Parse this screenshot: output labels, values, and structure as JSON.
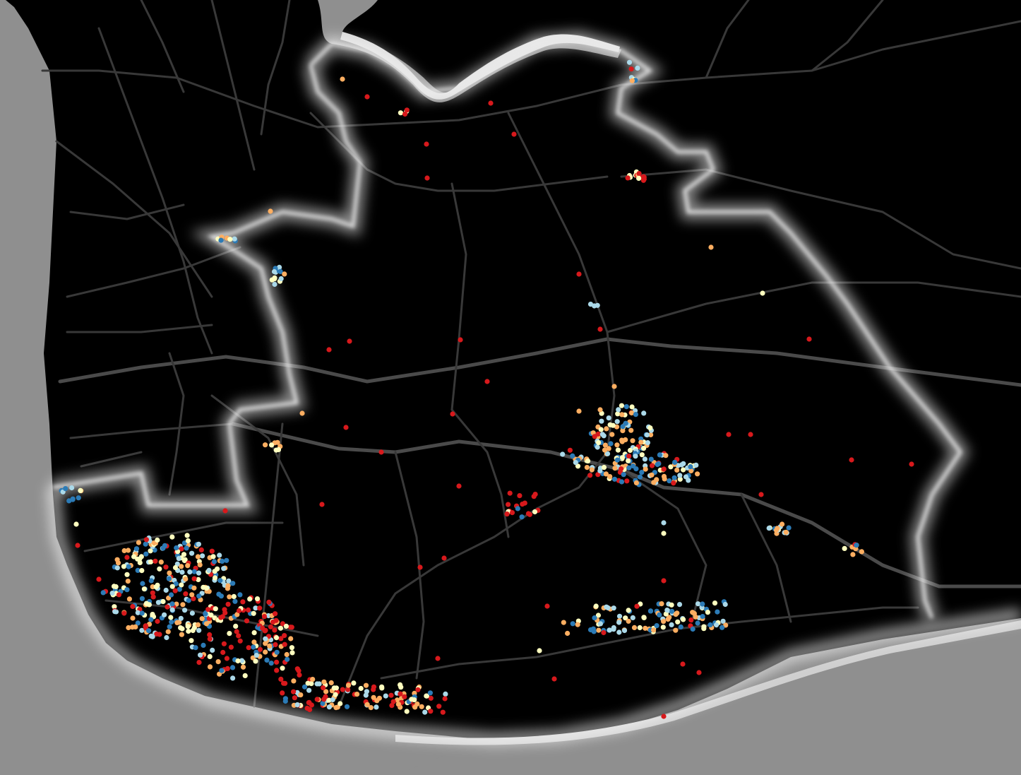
{
  "map": {
    "colors": {
      "water": "#8f8f8f",
      "land": "#000000",
      "roads": "#3d3d3d",
      "boundary_glow": "#ffffff",
      "river": "#d9d9d9"
    },
    "point_classes": [
      {
        "class": "class-1",
        "color": "#d7191c"
      },
      {
        "class": "class-2",
        "color": "#fdae61"
      },
      {
        "class": "class-3",
        "color": "#ffffbf"
      },
      {
        "class": "class-4",
        "color": "#abd9e9"
      },
      {
        "class": "class-5",
        "color": "#2c7bb6"
      }
    ]
  }
}
